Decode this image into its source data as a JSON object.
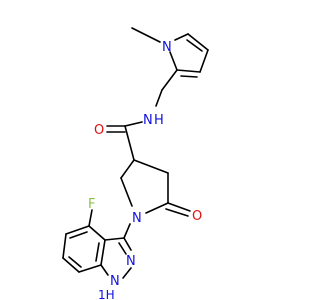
{
  "colors": {
    "bond": "#000000",
    "nitrogen": "#1010e0",
    "oxygen": "#e01010",
    "fluorine": "#8bc34a"
  },
  "atoms": {
    "n_pyrrole": "N",
    "n_methyl": "N",
    "nh_amide": "N",
    "h_amide": "H",
    "o_amide": "O",
    "n_pyrrolidine": "N",
    "o_lactam": "O",
    "f": "F",
    "n_indazole_2": "N",
    "nh_indazole_1": "N",
    "h_indazole": "H",
    "h_indazole_sub": "1H"
  }
}
